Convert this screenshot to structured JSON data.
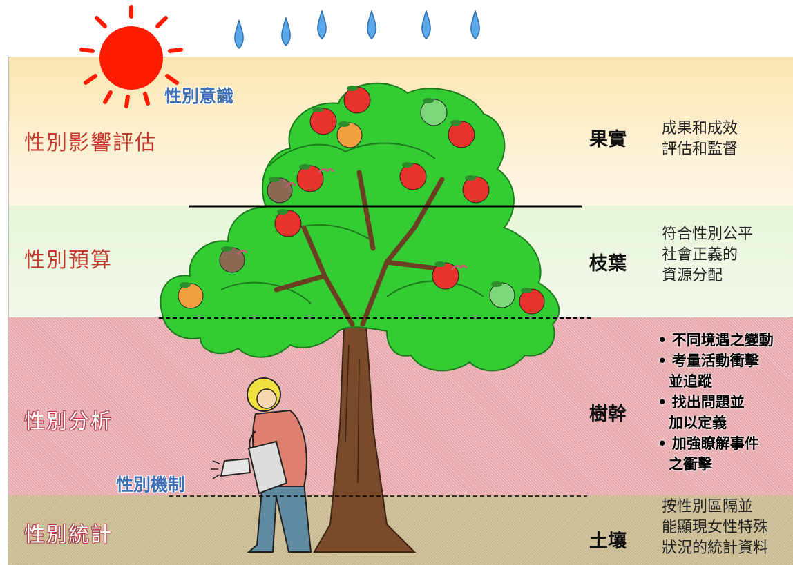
{
  "rows": [
    {
      "left_label": "性別影響評估",
      "part": "果實",
      "desc": [
        "成果和成效",
        "評估和監督"
      ]
    },
    {
      "left_label": "性別預算",
      "part": "枝葉",
      "desc": [
        "符合性別公平",
        "社會正義的",
        "資源分配"
      ]
    },
    {
      "left_label": "性別分析",
      "part": "樹幹",
      "bullets": [
        {
          "lines": [
            "不同境遇之變動"
          ]
        },
        {
          "lines": [
            "考量活動衝擊",
            "並追蹤"
          ]
        },
        {
          "lines": [
            "找出問題並",
            "加以定義"
          ]
        },
        {
          "lines": [
            "加強瞭解事件",
            "之衝擊"
          ]
        }
      ]
    },
    {
      "left_label": "性別統計",
      "part": "土壤",
      "desc": [
        "按性別區隔並",
        "能顯現女性特殊",
        "狀況的統計資料"
      ]
    }
  ],
  "annotations": {
    "sun_label": "性別意識",
    "mechanism_label": "性別機制"
  },
  "colors": {
    "fruit_band": "#fbe6b0",
    "leaf_band": "#e8f5d8",
    "trunk_band": "#e7a7ab",
    "soil_band": "#c8b98f",
    "left_label_red": "#c0392b",
    "annotation_blue": "#3f6fb5",
    "sun": "#ff1a00",
    "foliage": "#33cc33",
    "trunk": "#7a4a2a",
    "raindrop": "#5aa8e8"
  },
  "icons": [
    "sun-icon",
    "raindrop-icon",
    "tree-icon",
    "apple-icon",
    "worm-icon",
    "gardener-icon",
    "watering-can-icon"
  ]
}
